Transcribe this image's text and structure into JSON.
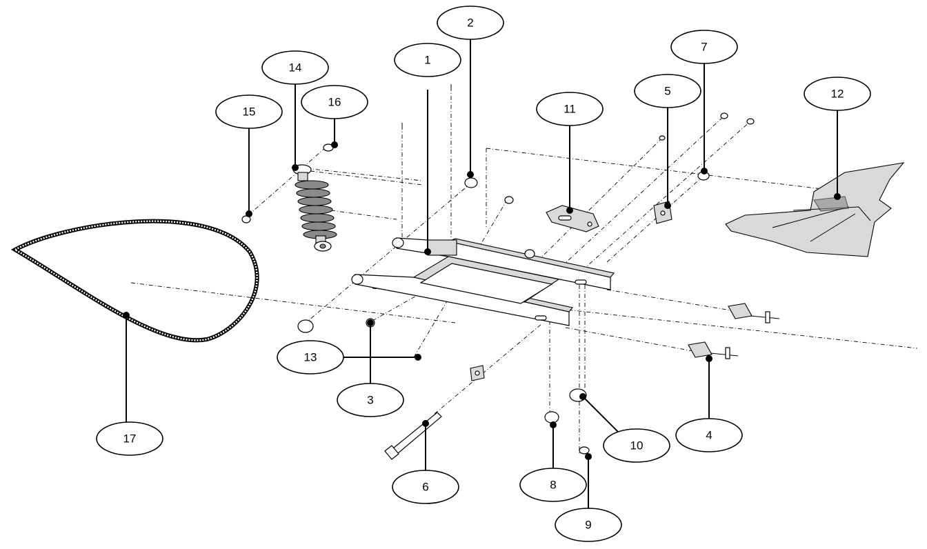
{
  "diagram": {
    "callouts": [
      {
        "number": "1"
      },
      {
        "number": "2"
      },
      {
        "number": "3"
      },
      {
        "number": "4"
      },
      {
        "number": "5"
      },
      {
        "number": "6"
      },
      {
        "number": "7"
      },
      {
        "number": "8"
      },
      {
        "number": "9"
      },
      {
        "number": "10"
      },
      {
        "number": "11"
      },
      {
        "number": "12"
      },
      {
        "number": "13"
      },
      {
        "number": "14"
      },
      {
        "number": "15"
      },
      {
        "number": "16"
      },
      {
        "number": "17"
      }
    ],
    "colors": {
      "line": "#000000",
      "background": "#ffffff",
      "part_fill_light": "#d9d9d9",
      "part_fill_dark": "#8a8a8a"
    }
  }
}
